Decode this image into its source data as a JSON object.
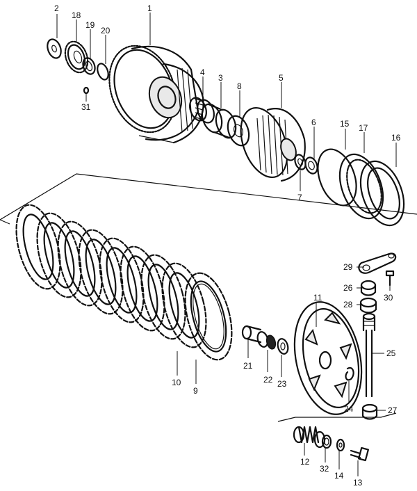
{
  "labels": {
    "p1": "1",
    "p2": "2",
    "p3": "3",
    "p4": "4",
    "p5": "5",
    "p6": "6",
    "p7": "7",
    "p8": "8",
    "p9": "9",
    "p10": "10",
    "p11": "11",
    "p12": "12",
    "p13": "13",
    "p14": "14",
    "p15": "15",
    "p16": "16",
    "p17": "17",
    "p18": "18",
    "p19": "19",
    "p20": "20",
    "p21": "21",
    "p22": "22",
    "p23": "23",
    "p24": "24",
    "p25": "25",
    "p26": "26",
    "p27": "27",
    "p28": "28",
    "p29": "29",
    "p30": "30",
    "p31": "31",
    "p32": "32"
  }
}
